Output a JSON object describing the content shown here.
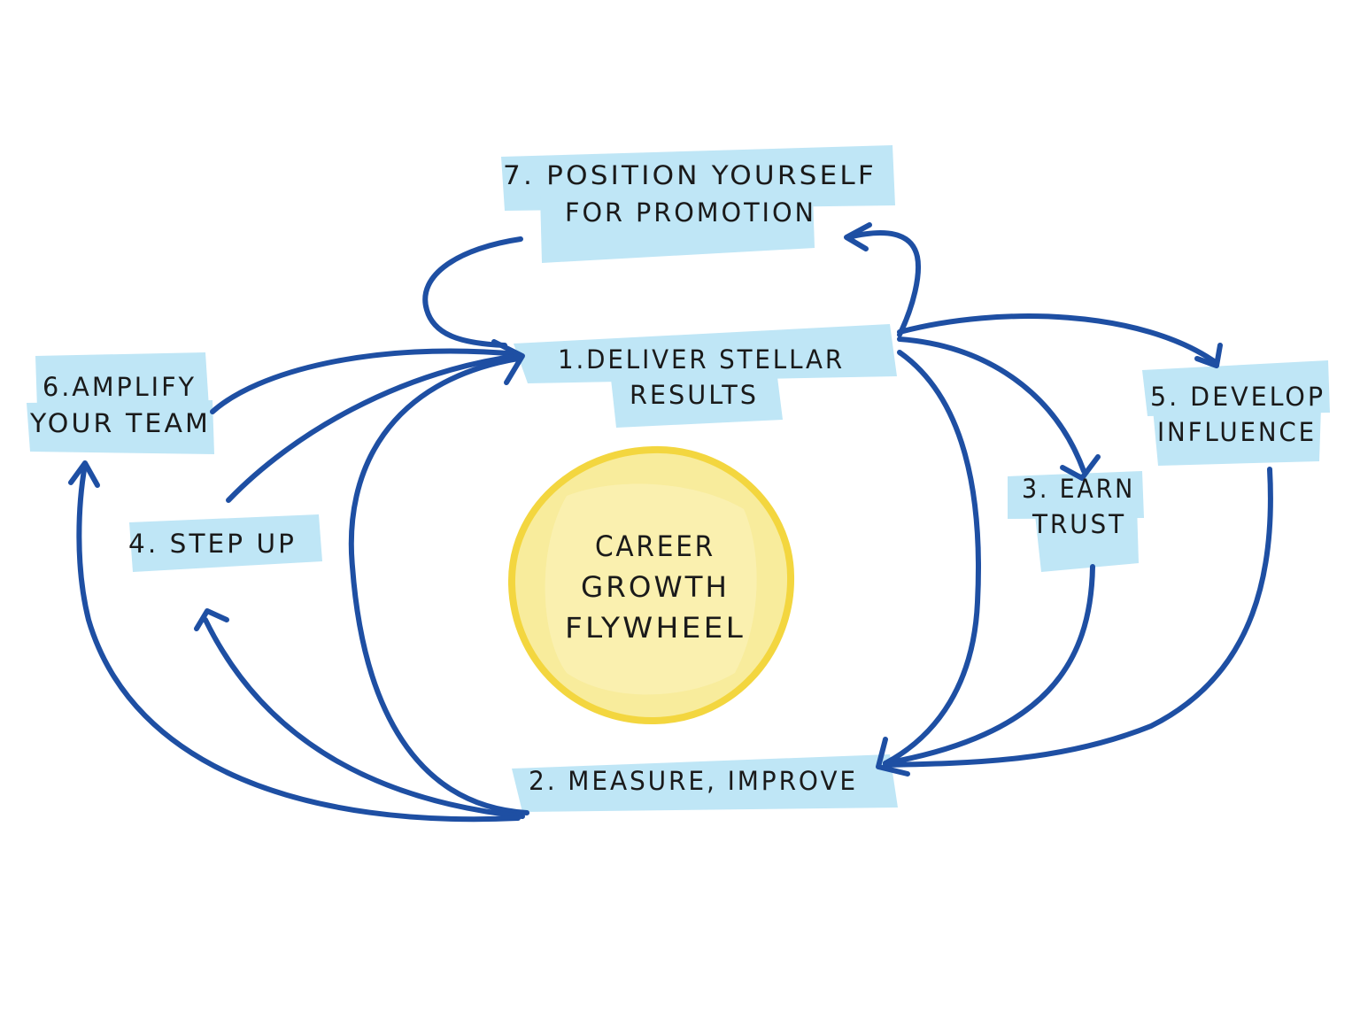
{
  "diagram": {
    "center": {
      "lines": [
        "CAREER",
        "GROWTH",
        "FLYWHEEL"
      ]
    },
    "nodes": {
      "deliver": {
        "lines": [
          "1.DELIVER STELLAR",
          "RESULTS"
        ]
      },
      "measure": {
        "lines": [
          "2. MEASURE, IMPROVE"
        ]
      },
      "trust": {
        "lines": [
          "3. EARN",
          "TRUST"
        ]
      },
      "stepup": {
        "lines": [
          "4. STEP UP"
        ]
      },
      "influence": {
        "lines": [
          "5. DEVELOP",
          "INFLUENCE"
        ]
      },
      "amplify": {
        "lines": [
          "6.AMPLIFY",
          "YOUR TEAM"
        ]
      },
      "promotion": {
        "lines": [
          "7. POSITION YOURSELF",
          "FOR PROMOTION"
        ]
      }
    },
    "edges": [
      {
        "from": "2. MEASURE, IMPROVE",
        "to": "1.DELIVER STELLAR RESULTS"
      },
      {
        "from": "2. MEASURE, IMPROVE",
        "to": "4. STEP UP"
      },
      {
        "from": "2. MEASURE, IMPROVE",
        "to": "6.AMPLIFY YOUR TEAM"
      },
      {
        "from": "1.DELIVER STELLAR RESULTS",
        "to": "2. MEASURE, IMPROVE"
      },
      {
        "from": "1.DELIVER STELLAR RESULTS",
        "to": "3. EARN TRUST"
      },
      {
        "from": "1.DELIVER STELLAR RESULTS",
        "to": "5. DEVELOP INFLUENCE"
      },
      {
        "from": "1.DELIVER STELLAR RESULTS",
        "to": "7. POSITION YOURSELF FOR PROMOTION"
      },
      {
        "from": "3. EARN TRUST",
        "to": "2. MEASURE, IMPROVE"
      },
      {
        "from": "5. DEVELOP INFLUENCE",
        "to": "2. MEASURE, IMPROVE"
      },
      {
        "from": "4. STEP UP",
        "to": "1.DELIVER STELLAR RESULTS"
      },
      {
        "from": "6.AMPLIFY YOUR TEAM",
        "to": "1.DELIVER STELLAR RESULTS"
      },
      {
        "from": "7. POSITION YOURSELF FOR PROMOTION",
        "to": "1.DELIVER STELLAR RESULTS"
      }
    ],
    "colors": {
      "highlight": "#bfe6f6",
      "arrow": "#1e4fa3",
      "sun_fill": "#f8ec9c",
      "sun_stroke": "#f3d63f"
    }
  }
}
